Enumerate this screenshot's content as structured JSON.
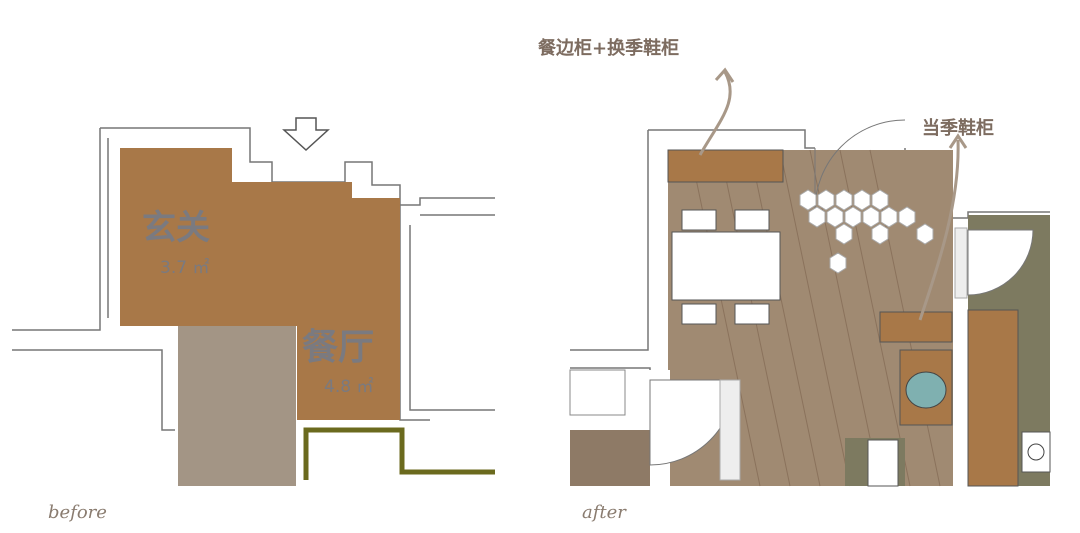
{
  "before": {
    "caption": "before",
    "rooms": [
      {
        "name": "玄关",
        "area": "3.7 ㎡"
      },
      {
        "name": "餐厅",
        "area": "4.8 ㎡"
      }
    ]
  },
  "after": {
    "caption": "after",
    "labels": {
      "cabinet_combo": "餐边柜+换季鞋柜",
      "shoe_cabinet": "当季鞋柜"
    }
  },
  "colors": {
    "brown": "#a87848",
    "gray": "#a39585",
    "wood": "#a08a72",
    "olive": "#6b6a1e",
    "dark": "#7d7a60"
  }
}
